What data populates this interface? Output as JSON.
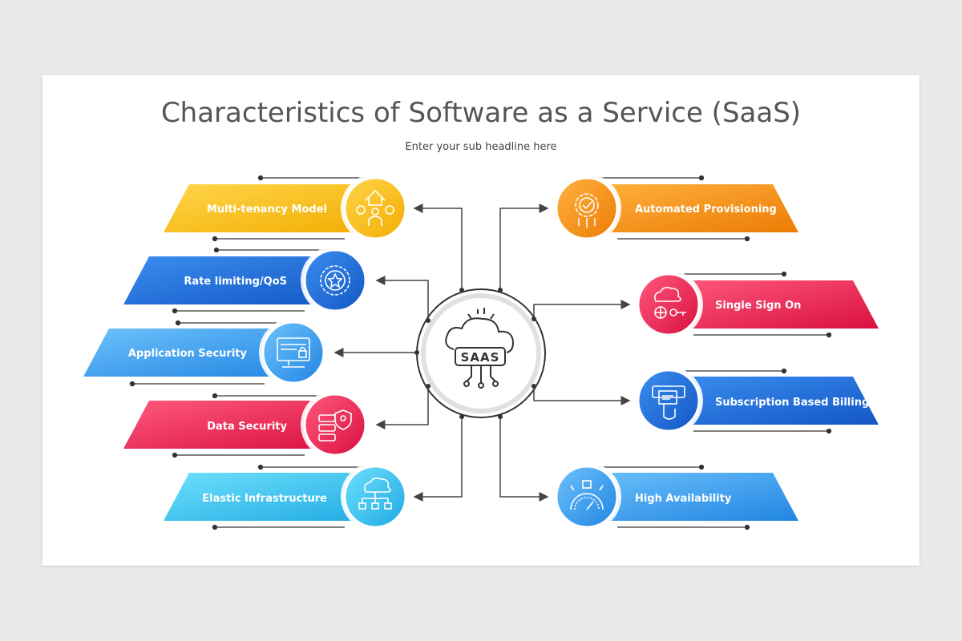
{
  "title": "Characteristics of Software as a Service (SaaS)",
  "subtitle": "Enter your sub headline here",
  "hub": {
    "label": "SAAS",
    "icon": "cloud-saas-icon"
  },
  "items": [
    {
      "label": "Multi-tenancy Model",
      "icon": "multi-tenant-icon",
      "color": "#f5b800"
    },
    {
      "label": "Rate limiting/QoS",
      "icon": "badge-star-icon",
      "color": "#1e6fd6"
    },
    {
      "label": "Application Security",
      "icon": "monitor-lock-icon",
      "color": "#2f9be8"
    },
    {
      "label": "Data Security",
      "icon": "server-shield-icon",
      "color": "#e8205a"
    },
    {
      "label": "Elastic Infrastructure",
      "icon": "cloud-network-icon",
      "color": "#29c0e8"
    },
    {
      "label": "Automated Provisioning",
      "icon": "gear-check-icon",
      "color": "#f08a10"
    },
    {
      "label": "Single Sign On",
      "icon": "cloud-key-icon",
      "color": "#e01a4f"
    },
    {
      "label": "Subscription Based Billing",
      "icon": "card-hand-icon",
      "color": "#1a6fd1"
    },
    {
      "label": "High Availability",
      "icon": "speedometer-icon",
      "color": "#2f96ea"
    }
  ]
}
